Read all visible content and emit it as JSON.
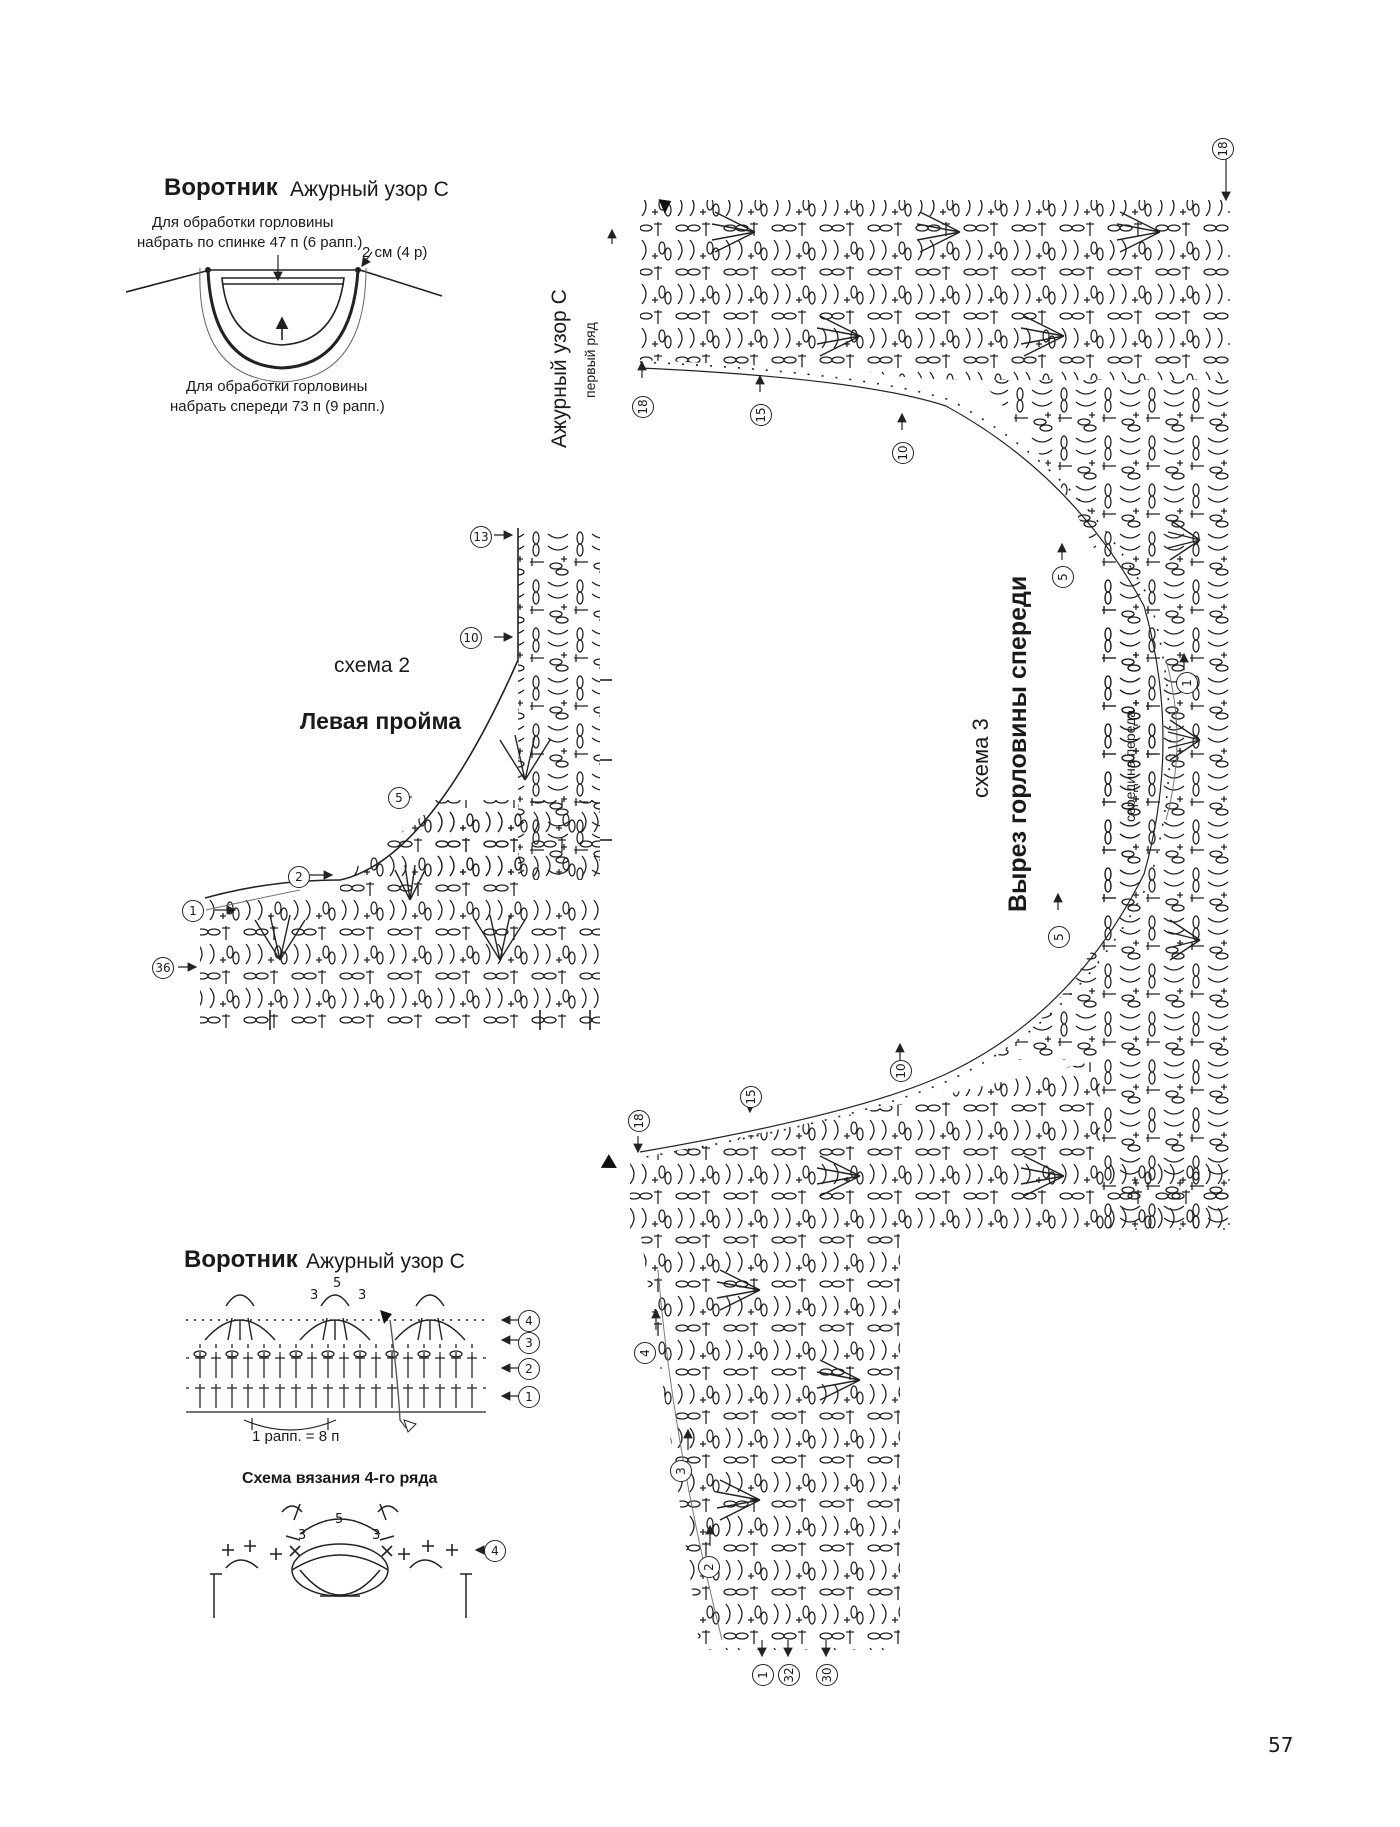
{
  "collar_top": {
    "title": "Воротник",
    "subtitle": "Ажурный узор С",
    "back_note_line1": "Для обработки горловины",
    "back_note_line2": "набрать по спинке 47 п (6 рапп.)",
    "width_note": "2 см (4 р)",
    "front_note_line1": "Для обработки горловины",
    "front_note_line2": "набрать спереди 73 п (9 рапп.)"
  },
  "scheme2": {
    "label": "схема 2",
    "title": "Левая пройма",
    "row_numbers": [
      "13",
      "10",
      "5",
      "2",
      "1",
      "36"
    ]
  },
  "scheme3": {
    "label": "схема 3",
    "title": "Вырез горловины спереди",
    "pattern_label": "Ажурный узор С",
    "first_row_label": "первый ряд",
    "center_label": "середина переда",
    "row_numbers_top": [
      "18",
      "18",
      "15",
      "10",
      "5",
      "1"
    ],
    "row_numbers_bottom": [
      "5",
      "10",
      "15",
      "18"
    ],
    "row_numbers_left": [
      "4",
      "3",
      "2",
      "1",
      "32",
      "30"
    ]
  },
  "collar_bottom": {
    "title": "Воротник",
    "subtitle": "Ажурный узор С",
    "top_numbers": [
      "3",
      "5",
      "3"
    ],
    "row_numbers": [
      "4",
      "3",
      "2",
      "1"
    ],
    "repeat_note": "1 рапп. = 8 п",
    "row4_title": "Схема вязания 4-го ряда",
    "row4_numbers": [
      "3",
      "5",
      "3"
    ],
    "row4_row_number": "4"
  },
  "page": {
    "number": "57"
  }
}
